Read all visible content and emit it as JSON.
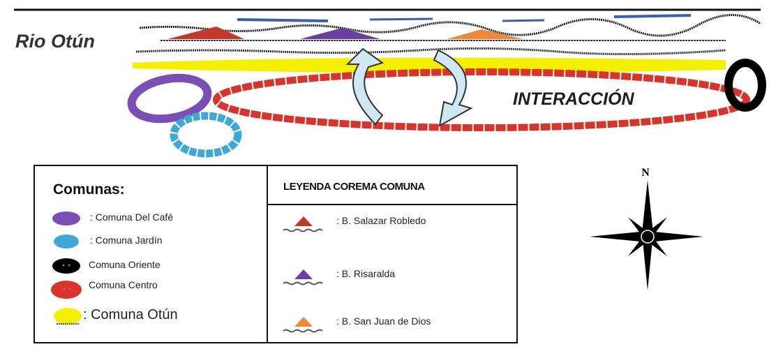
{
  "diagram": {
    "river_label": "Rio Otún",
    "interaction_label": "INTERACCIÓN"
  },
  "communes_box": {
    "title": "Comunas:",
    "items": [
      {
        "label": ": Comuna Del Café",
        "color": "#7a4fb5",
        "shape": "ring"
      },
      {
        "label": ": Comuna Jardín",
        "color": "#3fa9d6",
        "shape": "ring"
      },
      {
        "label": "Comuna Oriente",
        "color": "#000000",
        "shape": "ring"
      },
      {
        "label": "Comuna Centro",
        "color": "#d9342b",
        "shape": "ring"
      },
      {
        "label": ": Comuna Otún",
        "color": "#f5f000",
        "shape": "band"
      }
    ]
  },
  "legend_box": {
    "title": "LEYENDA COREMA COMUNA",
    "items": [
      {
        "label": ": B. Salazar Robledo",
        "color": "#c0392b",
        "shape": "triangle"
      },
      {
        "label": ": B. Risaralda",
        "color": "#6a3fa0",
        "shape": "triangle"
      },
      {
        "label": ": B. San Juan de Dios",
        "color": "#f0883a",
        "shape": "triangle"
      }
    ]
  },
  "compass": {
    "north_label": "N",
    "icon": "compass-rose-icon"
  },
  "colors": {
    "river": "#111111",
    "river_blue": "#3b5fb0",
    "otun_band": "#f5f000",
    "centro_ring": "#d9342b",
    "arrows": "#cfe9f3"
  }
}
